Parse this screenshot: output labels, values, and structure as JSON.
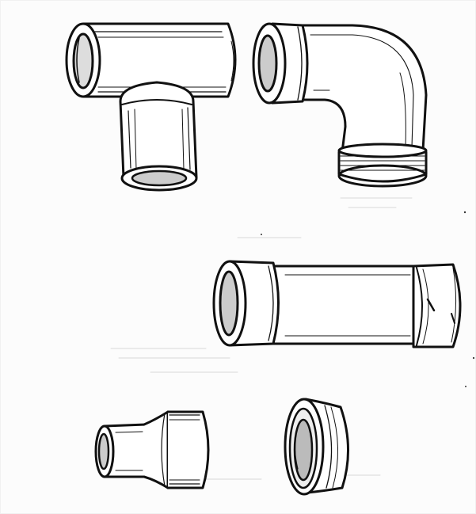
{
  "scene": {
    "paper_color": "#fcfcfc",
    "ink_color": "#111111",
    "faint_ink_color": "#d6d6d6",
    "items": [
      {
        "name": "tee-fitting"
      },
      {
        "name": "elbow-fitting"
      },
      {
        "name": "coupling-pipe-fitting"
      },
      {
        "name": "reducer-fitting"
      },
      {
        "name": "cap-fitting"
      }
    ]
  }
}
